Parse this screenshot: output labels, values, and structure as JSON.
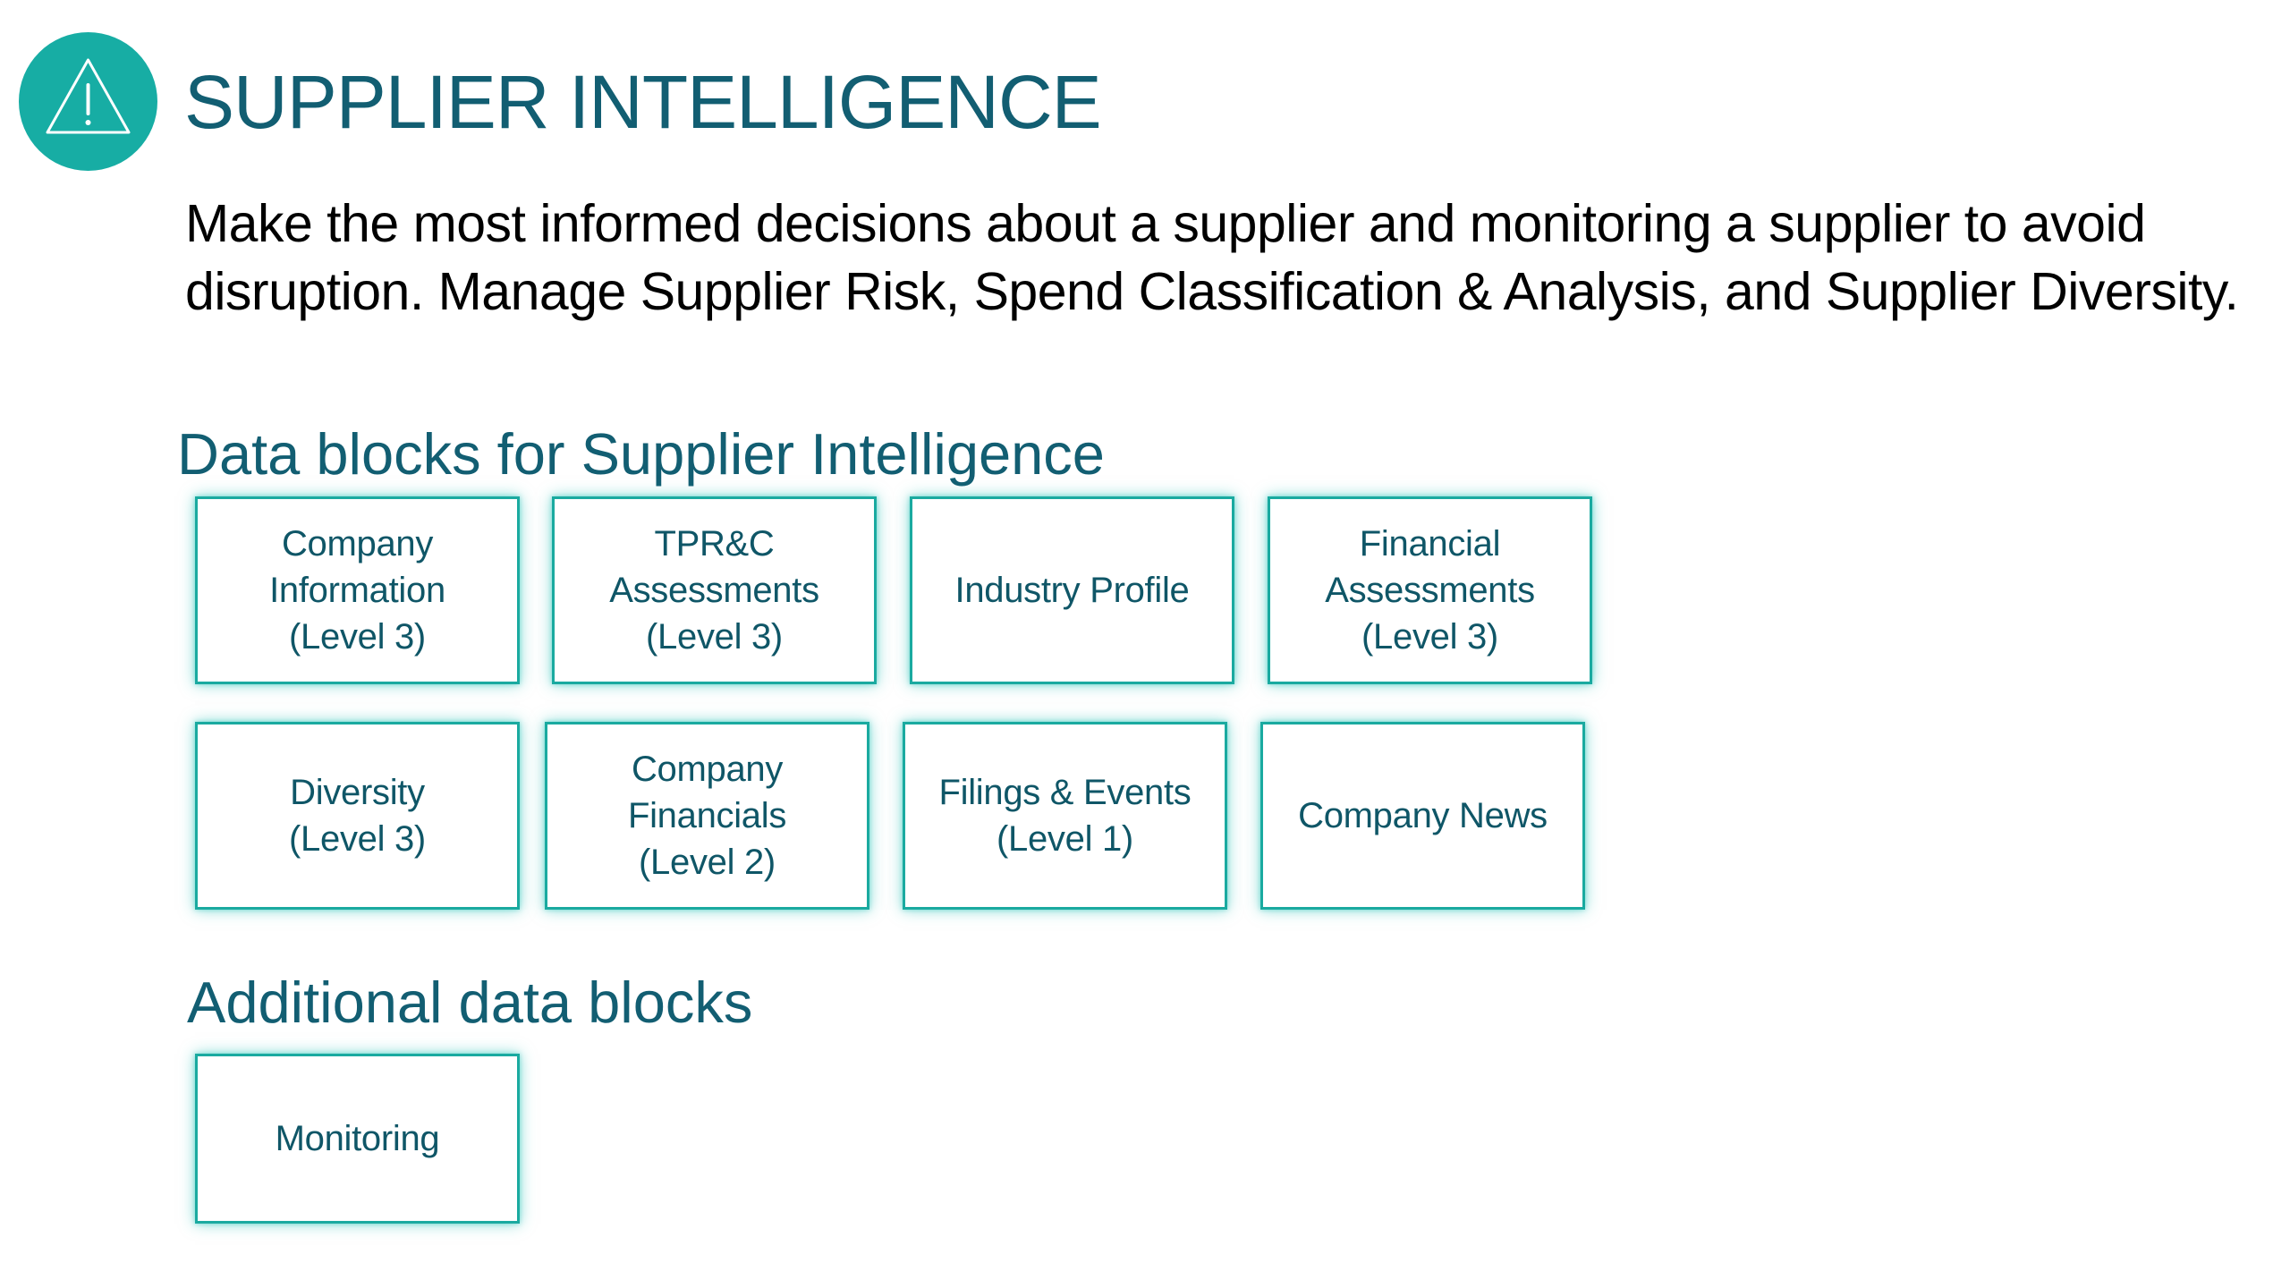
{
  "header": {
    "title": "SUPPLIER INTELLIGENCE",
    "description": "Make the most informed decisions about a supplier and monitoring a supplier to avoid disruption. Manage Supplier Risk, Spend Classification &  Analysis, and Supplier Diversity.",
    "icon": "warning-icon",
    "accent_color": "#17ada4",
    "title_color": "#125e72"
  },
  "sections": {
    "primary": {
      "heading": "Data blocks for Supplier Intelligence",
      "blocks": [
        {
          "label": "Company\nInformation\n(Level 3)"
        },
        {
          "label": "TPR&C\nAssessments\n(Level 3)"
        },
        {
          "label": "Industry Profile"
        },
        {
          "label": "Financial\nAssessments\n(Level 3)"
        },
        {
          "label": "Diversity\n(Level 3)"
        },
        {
          "label": "Company\nFinancials\n(Level 2)"
        },
        {
          "label": "Filings & Events\n(Level 1)"
        },
        {
          "label": "Company News"
        }
      ]
    },
    "additional": {
      "heading": "Additional data blocks",
      "blocks": [
        {
          "label": "Monitoring"
        }
      ]
    }
  },
  "colors": {
    "block_border": "#1aaaa0",
    "block_glow": "#24c1b8",
    "block_text": "#0f5667"
  }
}
